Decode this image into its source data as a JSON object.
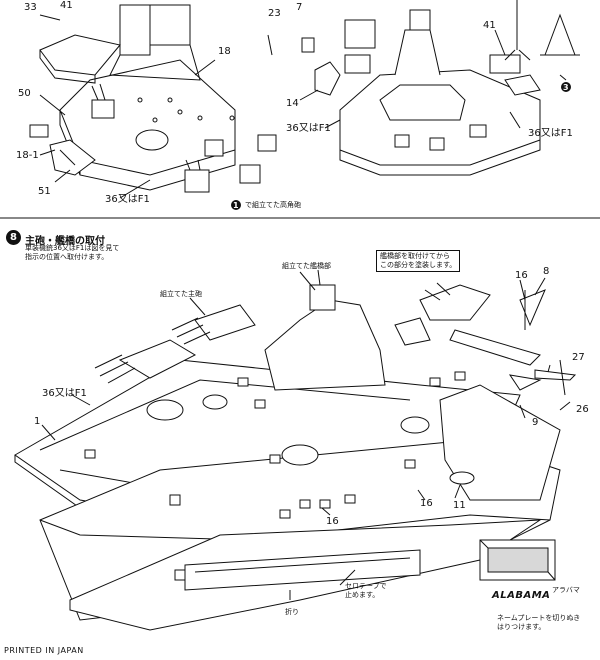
{
  "top_section": {
    "left_labels": {
      "l33": "33",
      "l41": "41",
      "l18": "18",
      "l50": "50",
      "l18_1": "18-1",
      "l51": "51",
      "l36f1_a": "36又はF1"
    },
    "right_labels": {
      "l23": "23",
      "l7": "7",
      "l14": "14",
      "l41b": "41",
      "l36f1_b": "36又はF1",
      "l36f1_c": "36又はF1"
    },
    "callout_3": "3",
    "callout_1": "1",
    "callout_1_text": "で組立てた高角砲"
  },
  "step8": {
    "number": "8",
    "title": "主砲・艦橋の取付",
    "subtitle_line1": "単装機銃36又はF1は図を見て",
    "subtitle_line2": "指示の位置へ取付けます。",
    "note_line1": "艦橋部を取付けてから",
    "note_line2": "この部分を塗装します。",
    "label_bridge": "組立てた艦橋部",
    "label_guns": "組立てた主砲",
    "labels": {
      "l16a": "16",
      "l8": "8",
      "l27": "27",
      "l36f1": "36又はF1",
      "l1": "1",
      "l9": "9",
      "l26": "26",
      "l16b": "16",
      "l11": "11",
      "l16c": "16"
    },
    "tape_line1": "セロテープで",
    "tape_line2": "止めます。",
    "fold_label": "折り",
    "nameplate_text": "ALABAMA",
    "nameplate_kana": "アラバマ",
    "nameplate_line1": "ネームプレートを切りぬき",
    "nameplate_line2": "はりつけます。"
  },
  "footer": "PRINTED IN JAPAN"
}
